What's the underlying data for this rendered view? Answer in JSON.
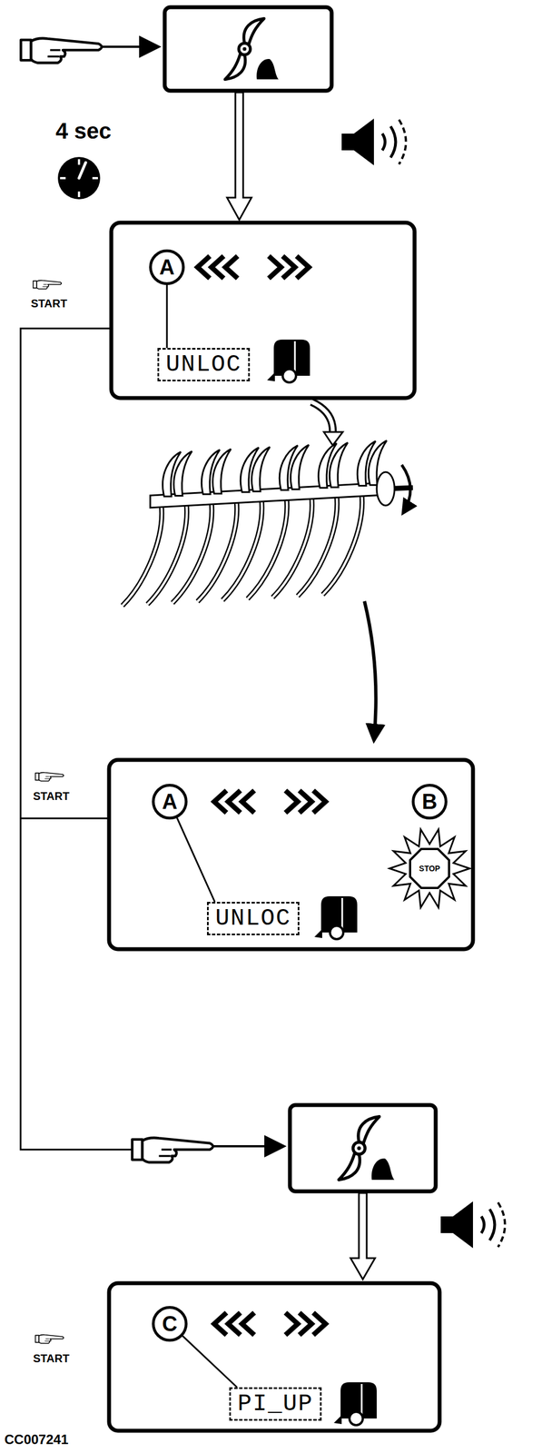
{
  "diagram": {
    "nodes": [
      {
        "text": [
          "A"
        ]
      },
      {
        "text": [
          "UNLOC"
        ]
      },
      {
        "text": [
          "A"
        ]
      },
      {
        "text": [
          "B"
        ]
      },
      {
        "text": [
          "STOP"
        ]
      },
      {
        "text": [
          "UNLOC"
        ]
      },
      {
        "text": [
          "C"
        ]
      },
      {
        "text": [
          "PI_UP"
        ]
      }
    ],
    "edges": [
      {
        "from": 0,
        "to": 1,
        "arrow": "none"
      },
      {
        "from": 2,
        "to": 5,
        "arrow": "none"
      },
      {
        "from": 6,
        "to": 7,
        "arrow": "none"
      }
    ],
    "labels": [
      "4 sec",
      "START",
      "START",
      "START",
      "CC007241"
    ]
  }
}
